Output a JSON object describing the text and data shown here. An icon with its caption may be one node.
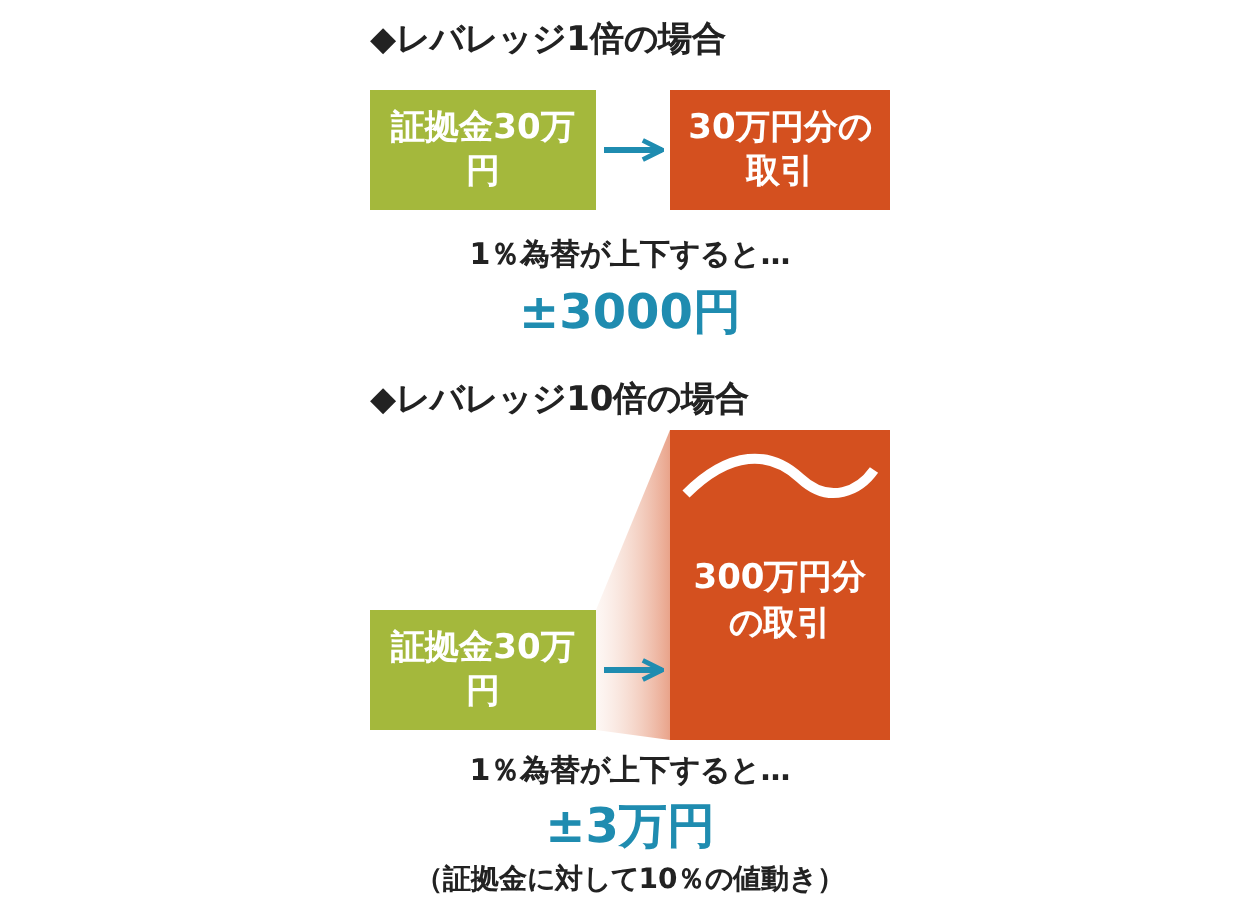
{
  "diagram": {
    "nodes": [
      {
        "text": [
          "証拠金30万円"
        ]
      },
      {
        "text": [
          "30万円分の取引"
        ]
      },
      {
        "text": [
          "証拠金30万円"
        ]
      },
      {
        "text": [
          "300万円分の取引"
        ]
      }
    ],
    "edges": [
      {
        "from": 0,
        "to": 1,
        "arrow": "to"
      },
      {
        "from": 2,
        "to": 3,
        "arrow": "to"
      }
    ],
    "labels": [
      "◆レバレッジ1倍の場合",
      "1％為替が上下すると…",
      "±3000円",
      "◆レバレッジ10倍の場合",
      "1％為替が上下すると…",
      "±3万円",
      "（証拠金に対して10％の値動き）"
    ]
  }
}
